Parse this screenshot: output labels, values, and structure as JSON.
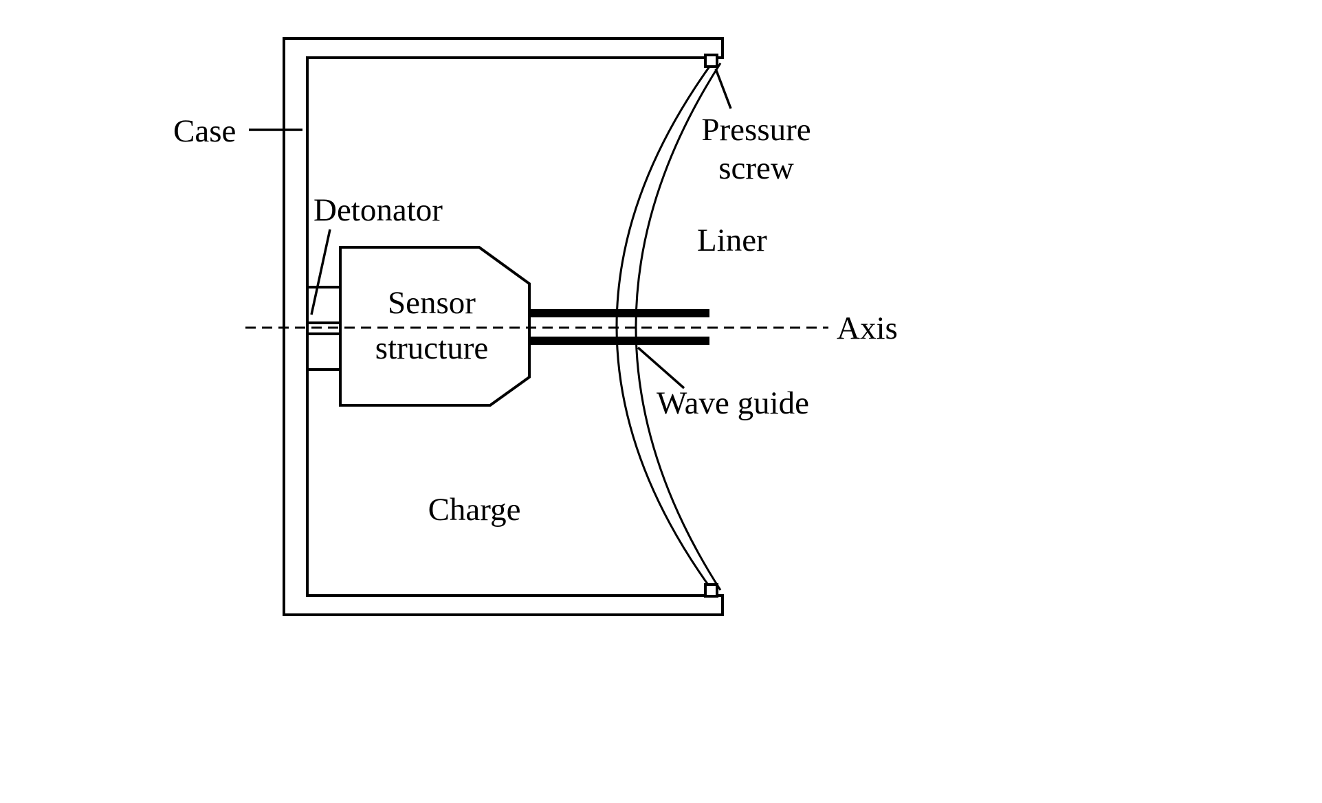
{
  "diagram": {
    "labels": {
      "case": "Case",
      "detonator": "Detonator",
      "sensor_line1": "Sensor",
      "sensor_line2": "structure",
      "pressure_line1": "Pressure",
      "pressure_line2": "screw",
      "liner": "Liner",
      "axis": "Axis",
      "wave_guide": "Wave guide",
      "charge": "Charge"
    },
    "colors": {
      "stroke": "#000000",
      "background": "#ffffff"
    }
  }
}
